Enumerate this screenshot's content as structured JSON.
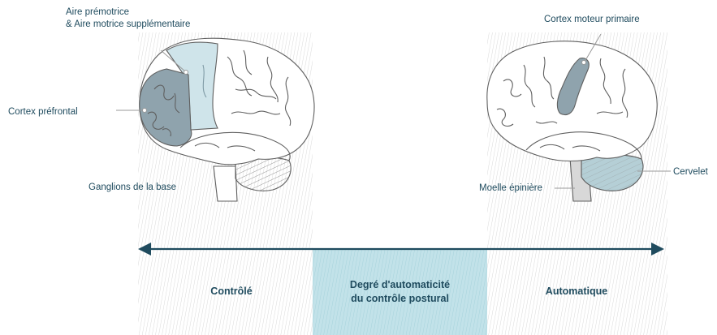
{
  "labels": {
    "premotor_line1": "Aire prémotrice",
    "premotor_line2": "& Aire motrice supplémentaire",
    "prefrontal": "Cortex préfrontal",
    "basal_ganglia": "Ganglions de la base",
    "primary_motor": "Cortex moteur primaire",
    "spinal_cord": "Moelle épinière",
    "cerebellum": "Cervelet"
  },
  "scale": {
    "left": "Contrôlé",
    "center_line1": "Degré d'automaticité",
    "center_line2": "du contrôle postural",
    "right": "Automatique"
  },
  "colors": {
    "dark_teal": "#1f4b5e",
    "region_dark": "#8fa3ad",
    "region_light": "#cfe4ea",
    "cerebellum_right": "#b5cfd6",
    "center_band": "#bfe1e8",
    "hatch": "#d4d4d4"
  }
}
